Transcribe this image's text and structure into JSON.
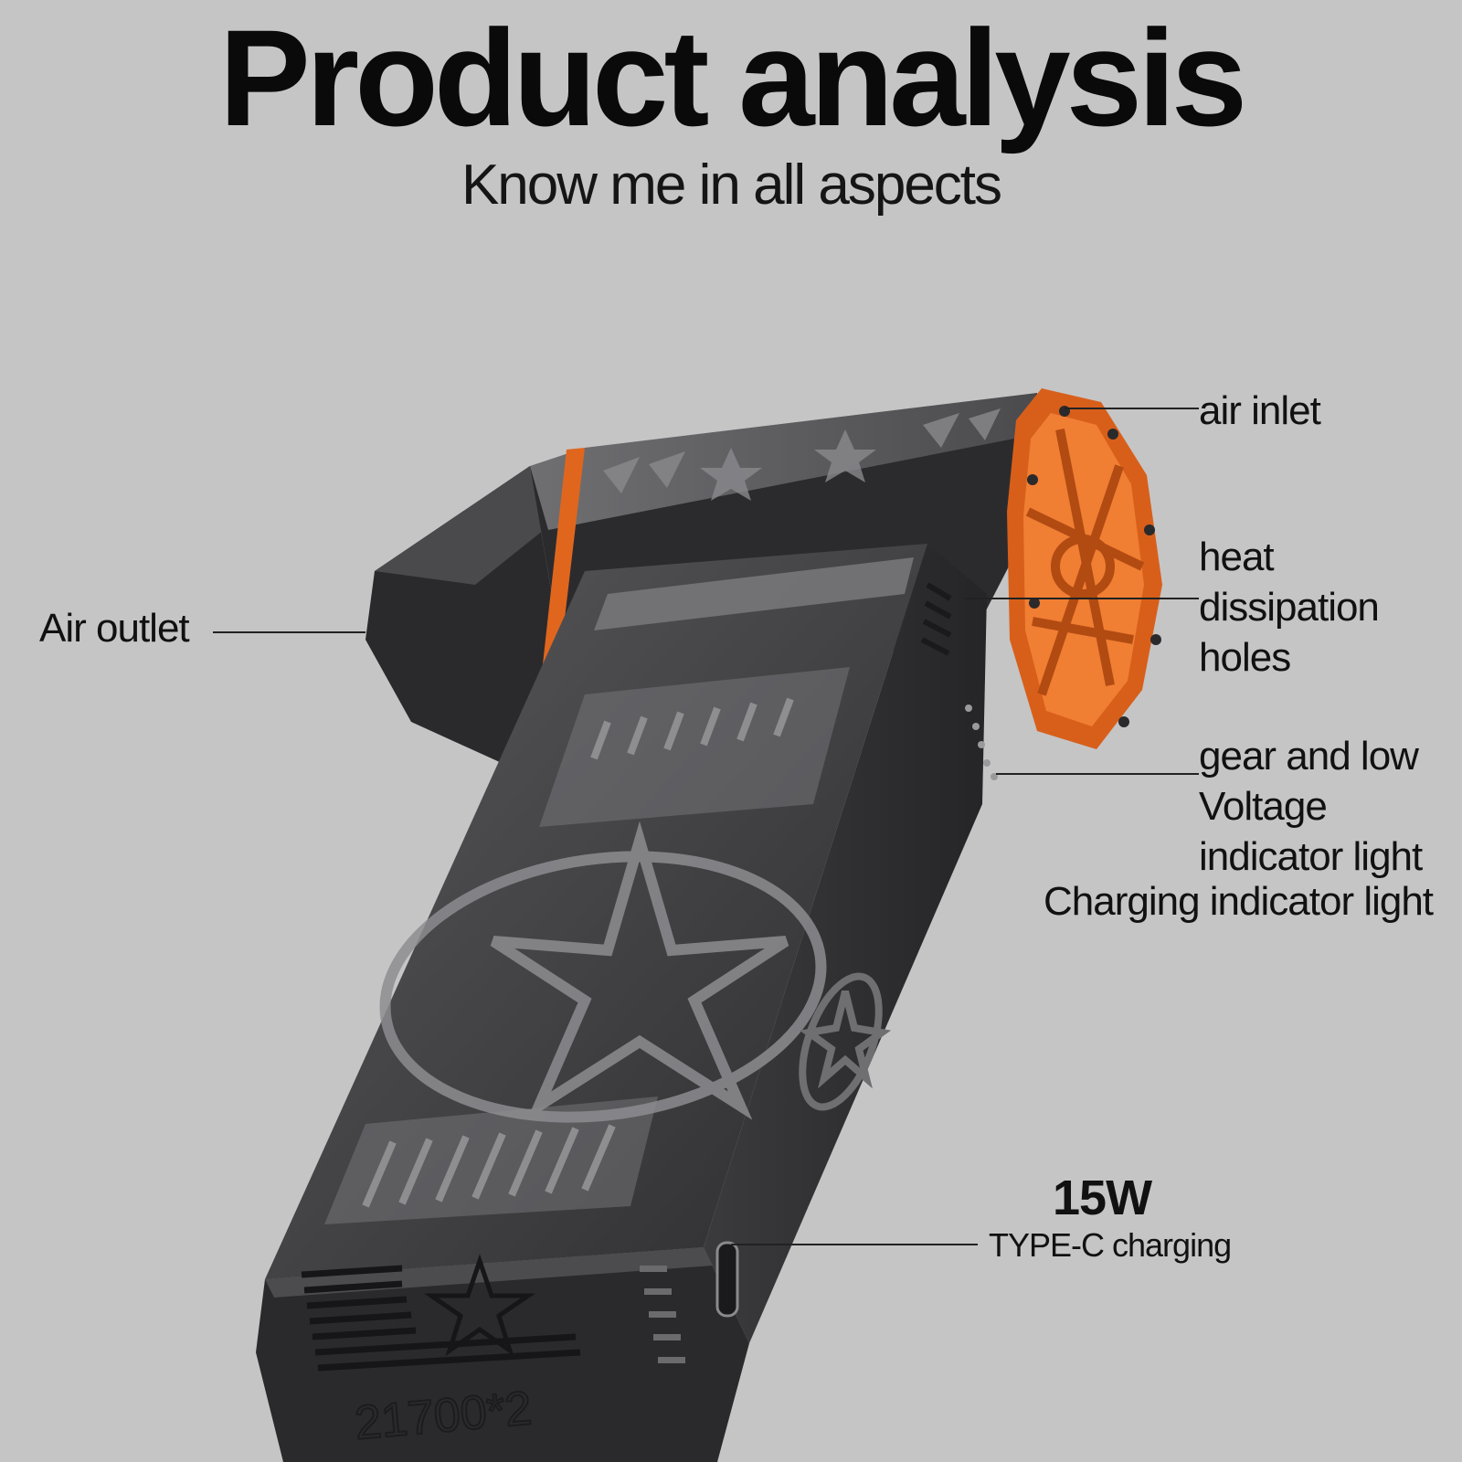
{
  "header": {
    "title": "Product analysis",
    "subtitle": "Know me in all aspects"
  },
  "callouts": {
    "air_inlet": "air inlet",
    "heat_dissipation": [
      "heat",
      "dissipation",
      "holes"
    ],
    "gear_indicator": [
      "gear and low",
      "Voltage",
      "indicator light"
    ],
    "charging_indicator": "Charging indicator light",
    "air_outlet": "Air outlet",
    "power": "15W",
    "charging_port": "TYPE-C charging"
  },
  "product": {
    "battery_marking": "21700*2",
    "colors": {
      "body": "#3a3a3c",
      "body_dark": "#242426",
      "embossed": "#6e6e70",
      "accent": "#e0661e"
    }
  }
}
